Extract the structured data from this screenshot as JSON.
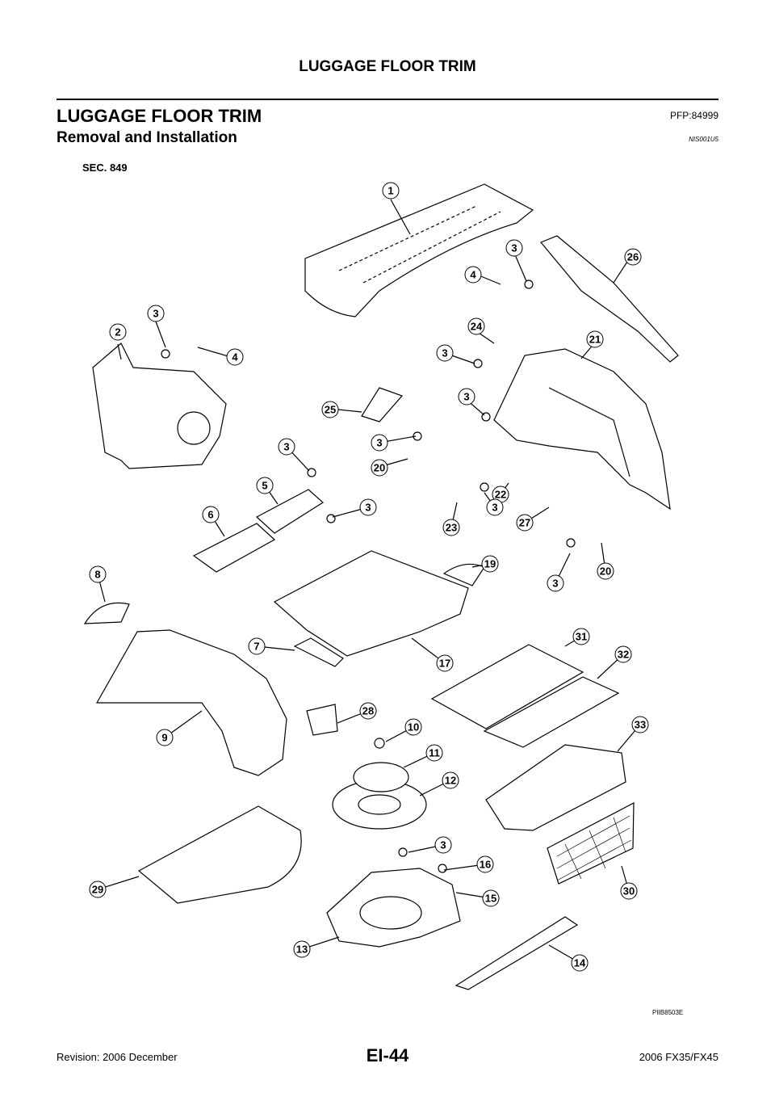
{
  "header": {
    "running_title": "LUGGAGE FLOOR TRIM"
  },
  "section": {
    "title": "LUGGAGE FLOOR TRIM",
    "part_code": "PFP:84999",
    "subtitle": "Removal and Installation",
    "doc_code": "NIS001U5"
  },
  "figure": {
    "sec_label": "SEC. 849",
    "figure_id": "PIIB8503E",
    "callouts": [
      "1",
      "26",
      "3",
      "4",
      "2",
      "3",
      "4",
      "24",
      "21",
      "3",
      "3",
      "25",
      "3",
      "20",
      "3",
      "5",
      "6",
      "3",
      "22",
      "3",
      "23",
      "27",
      "8",
      "19",
      "3",
      "20",
      "7",
      "17",
      "31",
      "32",
      "9",
      "28",
      "10",
      "11",
      "33",
      "12",
      "29",
      "3",
      "16",
      "15",
      "30",
      "13",
      "14"
    ]
  },
  "footer": {
    "revision": "Revision: 2006 December",
    "page": "EI-44",
    "model": "2006 FX35/FX45"
  }
}
